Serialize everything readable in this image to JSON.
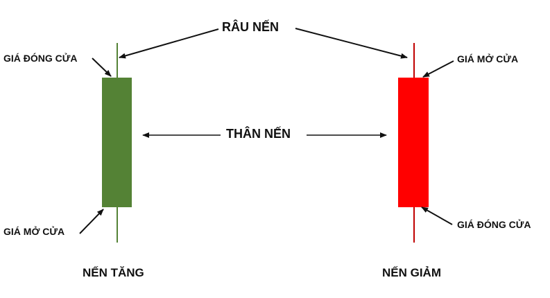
{
  "title_wick": "RÂU NẾN",
  "title_body": "THÂN NẾN",
  "bullish": {
    "name": "NẾN TĂNG",
    "top_label": "GIÁ ĐÓNG CỬA",
    "bottom_label": "GIÁ MỞ CỬA",
    "color": "#548235"
  },
  "bearish": {
    "name": "NẾN GIẢM",
    "top_label": "GIÁ MỞ CỬA",
    "bottom_label": "GIÁ ĐÓNG CỬA",
    "color": "#ff0000",
    "wick_color": "#c00000"
  }
}
